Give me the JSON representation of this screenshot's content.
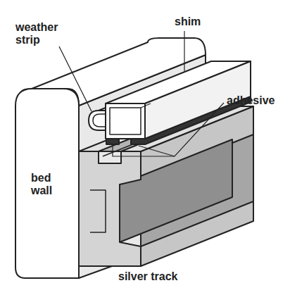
{
  "diagram": {
    "labels": [
      "weather strip",
      "shim",
      "adhesive",
      "bed wall",
      "silver track"
    ]
  }
}
